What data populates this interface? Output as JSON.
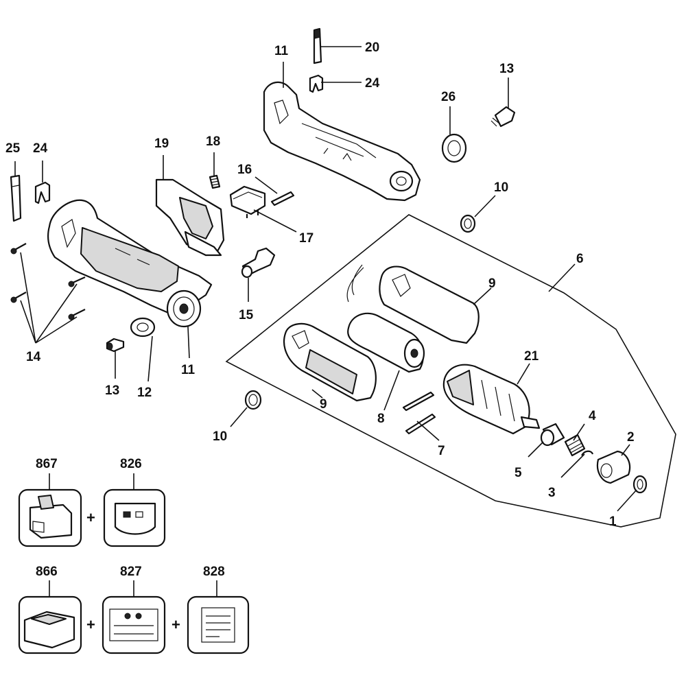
{
  "callouts": {
    "c1": "1",
    "c2": "2",
    "c3": "3",
    "c4": "4",
    "c5": "5",
    "c6": "6",
    "c7": "7",
    "c8": "8",
    "c9a": "9",
    "c9b": "9",
    "c10a": "10",
    "c10b": "10",
    "c11a": "11",
    "c11b": "11",
    "c12": "12",
    "c13a": "13",
    "c13b": "13",
    "c14": "14",
    "c15": "15",
    "c16": "16",
    "c17": "17",
    "c18": "18",
    "c19": "19",
    "c20": "20",
    "c21": "21",
    "c24a": "24",
    "c24b": "24",
    "c25": "25",
    "c26": "26"
  },
  "kits": {
    "k867": "867",
    "k826": "826",
    "k866": "866",
    "k827": "827",
    "k828": "828",
    "plus1": "+",
    "plus2": "+",
    "plus3": "+"
  }
}
